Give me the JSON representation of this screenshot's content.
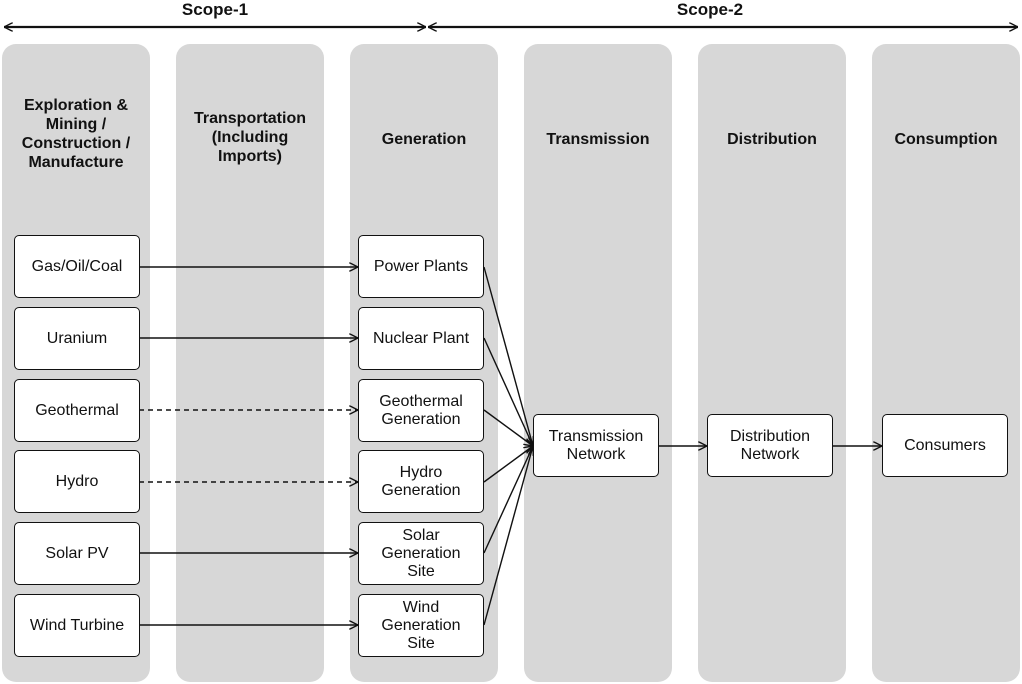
{
  "scopes": {
    "scope1": "Scope-1",
    "scope2": "Scope-2"
  },
  "columns": {
    "exploration": "Exploration &\nMining /\nConstruction /\nManufacture",
    "transportation": "Transportation\n(Including\nImports)",
    "generation": "Generation",
    "transmission": "Transmission",
    "distribution": "Distribution",
    "consumption": "Consumption"
  },
  "sources": {
    "gas": "Gas/Oil/Coal",
    "uranium": "Uranium",
    "geothermal": "Geothermal",
    "hydro": "Hydro",
    "solar": "Solar PV",
    "wind": "Wind Turbine"
  },
  "generators": {
    "power": "Power Plants",
    "nuclear": "Nuclear Plant",
    "geothermal": "Geothermal\nGeneration",
    "hydro": "Hydro\nGeneration",
    "solar": "Solar\nGeneration\nSite",
    "wind": "Wind\nGeneration\nSite"
  },
  "network": {
    "transmission": "Transmission\nNetwork",
    "distribution": "Distribution\nNetwork",
    "consumers": "Consumers"
  }
}
